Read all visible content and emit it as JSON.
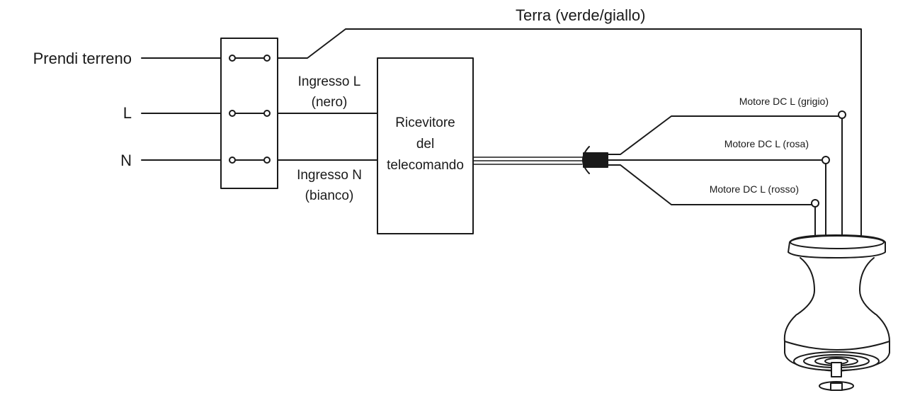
{
  "diagram": {
    "ground_title": "Terra (verde/giallo)",
    "supply_labels": {
      "ground": "Prendi terreno",
      "line": "L",
      "neutral": "N"
    },
    "receiver": {
      "line1": "Ricevitore",
      "line2": "del",
      "line3": "telecomando"
    },
    "inputs": {
      "l_line1": "Ingresso L",
      "l_line2": "(nero)",
      "n_line1": "Ingresso N",
      "n_line2": "(bianco)"
    },
    "motor_wires": [
      "Motore DC L (grigio)",
      "Motore DC L (rosa)",
      "Motore DC L (rosso)"
    ],
    "colors": {
      "wire": "#1a1a1a",
      "background": "#ffffff"
    }
  }
}
